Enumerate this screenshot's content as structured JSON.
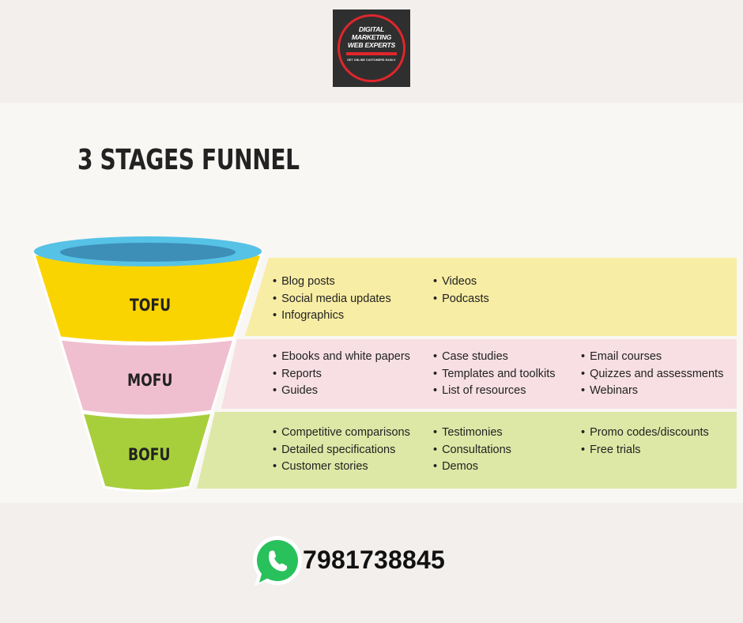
{
  "logo": {
    "lines": [
      "DIGITAL",
      "MARKETING",
      "WEB EXPERTS"
    ],
    "tagline": "GET ONLINE CUSTOMERS EASILY"
  },
  "title": "3 STAGES FUNNEL",
  "stages": [
    {
      "label": "TOFU",
      "color": "#fad400",
      "band_color": "#f8eda4",
      "columns": [
        [
          "Blog posts",
          "Social media updates",
          "Infographics"
        ],
        [
          "Videos",
          "Podcasts"
        ]
      ]
    },
    {
      "label": "MOFU",
      "color": "#f0bfcf",
      "band_color": "#f7dfe4",
      "columns": [
        [
          "Ebooks and white papers",
          "Reports",
          "Guides"
        ],
        [
          "Case studies",
          "Templates and toolkits",
          "List of resources"
        ],
        [
          "Email courses",
          "Quizzes and assessments",
          "Webinars"
        ]
      ]
    },
    {
      "label": "BOFU",
      "color": "#a7cf3c",
      "band_color": "#dde8a6",
      "columns": [
        [
          "Competitive comparisons",
          "Detailed specifications",
          "Customer stories"
        ],
        [
          "Testimonies",
          "Consultations",
          "Demos"
        ],
        [
          "Promo codes/discounts",
          "Free trials"
        ]
      ]
    }
  ],
  "contact": {
    "icon": "whatsapp-icon",
    "phone": "7981738845"
  }
}
